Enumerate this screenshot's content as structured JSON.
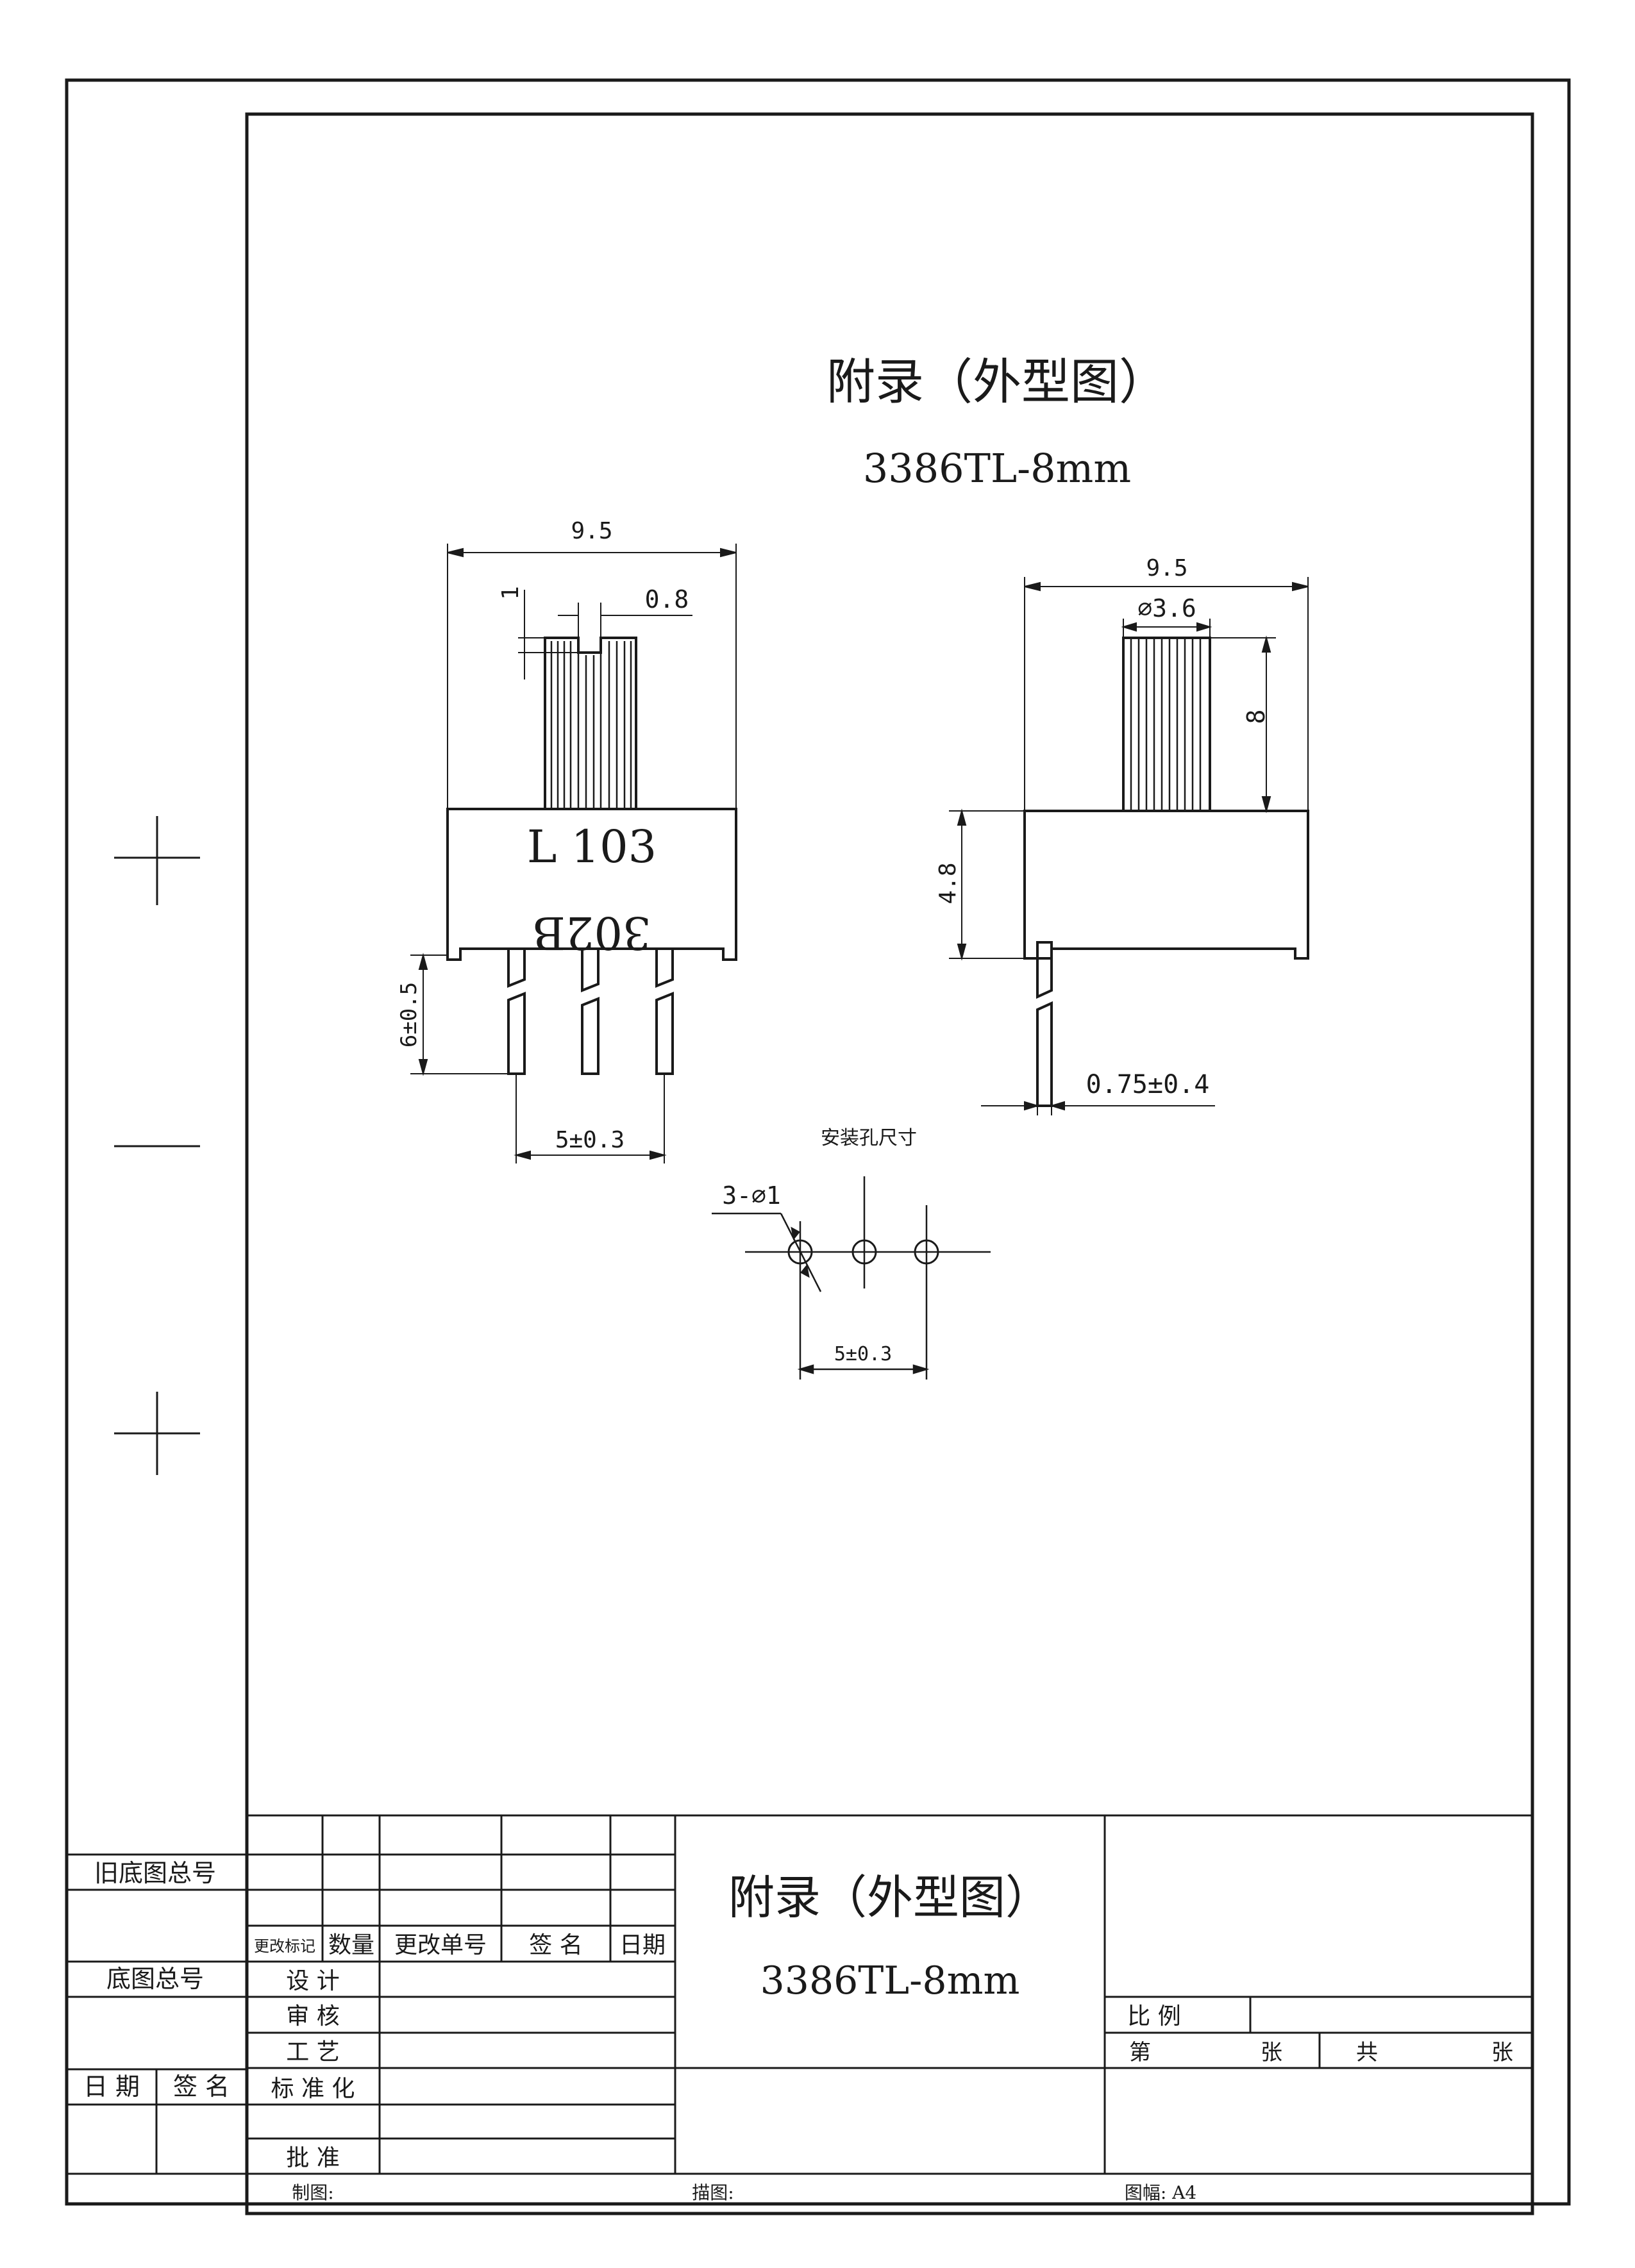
{
  "title": "附录（外型图）",
  "model": "3386TL-8mm",
  "front_view": {
    "width_label": "9.5",
    "slot_depth_label": "1",
    "slot_width_label": "0.8",
    "marking_line1": "L 103",
    "marking_line2": "302B",
    "pin_length_label": "6±0.5",
    "pin_pitch_label": "5±0.3"
  },
  "side_view": {
    "width_label": "9.5",
    "shaft_dia_label": "⌀3.6",
    "shaft_height_label": "8",
    "body_height_label": "4.8",
    "pin_thickness_label": "0.75±0.4"
  },
  "hole_pattern": {
    "title": "安装孔尺寸",
    "hole_label": "3-⌀1",
    "pitch_label": "5±0.3"
  },
  "title_block": {
    "old_base_no": "旧底图总号",
    "base_no": "底图总号",
    "date": "日 期",
    "sign": "签 名",
    "col_change_mark": "更改标记",
    "col_quantity": "数量",
    "col_change_no": "更改单号",
    "col_signature": "签 名",
    "col_date": "日期",
    "role_design": "设 计",
    "role_review": "审 核",
    "role_process": "工 艺",
    "role_standard": "标 准 化",
    "role_approve": "批 准",
    "title": "附录（外型图）",
    "model": "3386TL-8mm",
    "scale": "比 例",
    "sheet_no": "第",
    "sheet_unit1": "张",
    "sheet_total": "共",
    "sheet_unit2": "张",
    "drawn_by": "制图:",
    "traced_by": "描图:",
    "format": "图幅: A4"
  }
}
